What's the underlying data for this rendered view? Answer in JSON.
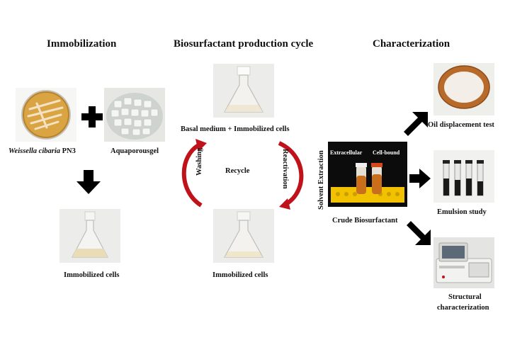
{
  "headings": {
    "immobilization": "Immobilization",
    "production": "Biosurfactant production cycle",
    "characterization": "Characterization"
  },
  "immobilization": {
    "organism_italic": "Weissella cibaria",
    "organism_strain": "PN3",
    "carrier": "Aquaporousgel",
    "result": "Immobilized cells"
  },
  "cycle": {
    "top_label": "Basal medium + Immobilized cells",
    "bottom_label": "Immobilized cells",
    "left_arrow": "Washing",
    "right_arrow": "Reactivation",
    "center": "Recycle"
  },
  "extraction": {
    "method": "Solvent Extraction",
    "tube_left": "Extracellular",
    "tube_right": "Cell-bound",
    "product": "Crude Biosurfactant"
  },
  "characterization": {
    "oil_test": "Oil displacement test",
    "emulsion": "Emulsion study",
    "structural_line1": "Structural",
    "structural_line2": "characterization"
  },
  "colors": {
    "cycle_arrow": "#c0121a",
    "block_arrow": "#000000",
    "agar": "#d9a441",
    "colony": "#f3e2c4",
    "gel": "#e9ede9",
    "broth": "#e9dcb6",
    "oil_ring": "#b86a2a",
    "tube_fill": "#c96e1a",
    "rack": "#f2c200"
  }
}
